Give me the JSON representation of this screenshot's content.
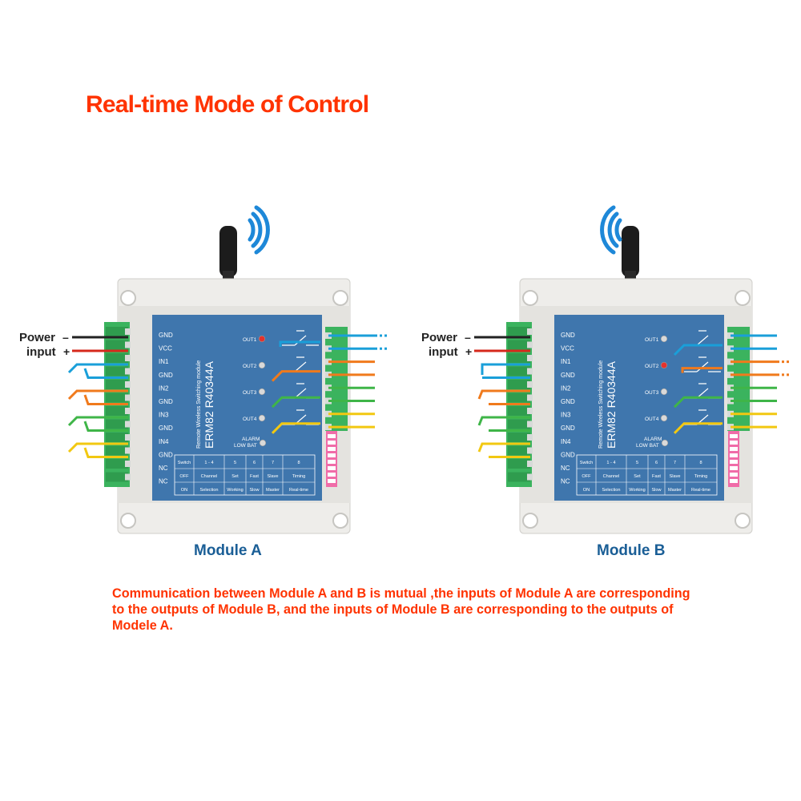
{
  "title": "Real-time Mode of Control",
  "caption_lines": [
    "Communication between Module A and B is mutual ,the  inputs of Module A are corresponding",
    "to the outputs of Module B, and the inputs of Module B are corresponding to the  outputs of",
    "Modele A."
  ],
  "power_label": [
    "Power",
    "input"
  ],
  "power_signs": [
    "–",
    "+"
  ],
  "left_terminals": [
    "GND",
    "VCC",
    "IN1",
    "GND",
    "IN2",
    "GND",
    "IN3",
    "GND",
    "IN4",
    "GND",
    "NC",
    "NC"
  ],
  "module_side_text": [
    "Remote Wireless Switching module",
    "ERM82 R40344A"
  ],
  "outputs": [
    "OUT1",
    "OUT2",
    "OUT3",
    "OUT4"
  ],
  "alarm_text": [
    "ALARM",
    "LOW BAT"
  ],
  "switch_table": [
    [
      "Switch",
      "1 - 4",
      "5",
      "6",
      "7",
      "8"
    ],
    [
      "OFF",
      "Channel",
      "Set",
      "Fast",
      "Slave",
      "Timing"
    ],
    [
      "ON",
      "Selection",
      "Working",
      "Slow",
      "Master",
      "Real-time"
    ]
  ],
  "modules": [
    {
      "label": "Module A",
      "lit_output": 1
    },
    {
      "label": "Module B",
      "lit_output": 2
    }
  ],
  "colors": {
    "title": "#ff3300",
    "caption": "#ff3300",
    "module_label": "#1a5e96",
    "panel": "#3f76ad",
    "terminal": "#3bb35e",
    "wire_blue": "#1a9fd9",
    "wire_orange": "#f07a1c",
    "wire_green": "#3fb548",
    "wire_yellow": "#f2c811",
    "wire_black": "#222222",
    "wire_red": "#d6291c",
    "led_on": "#e5322d"
  }
}
